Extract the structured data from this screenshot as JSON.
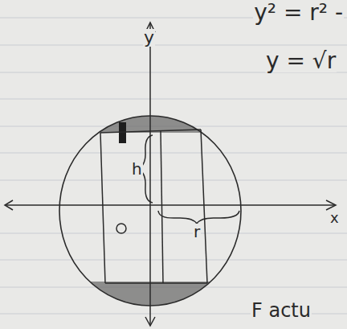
{
  "diagram": {
    "labels": [
      "y² = r² -",
      "y = √r",
      "y",
      "x",
      "h",
      "r",
      "F actu"
    ]
  }
}
